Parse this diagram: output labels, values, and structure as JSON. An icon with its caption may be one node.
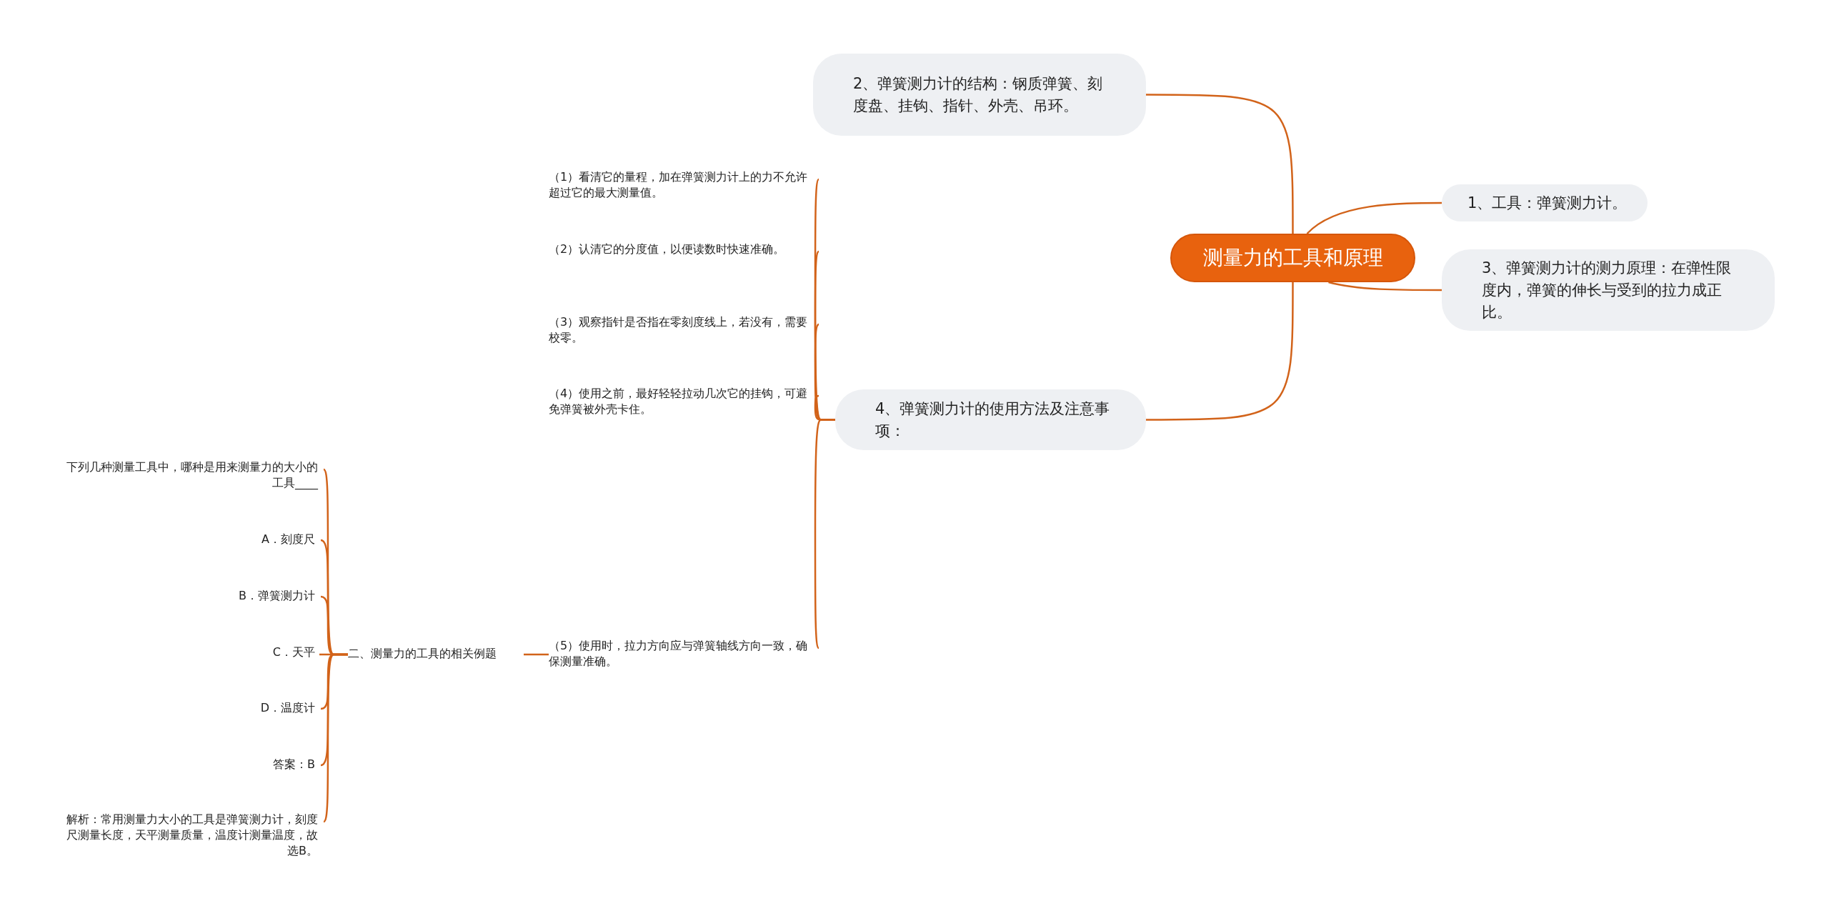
{
  "diagram": {
    "nodes": [
      {
        "text": [
          "测量力的工具和原理"
        ]
      },
      {
        "text": [
          "2、弹簧测力计的结构：钢质弹簧、刻度盘、挂钩、指针、外壳、吊环。"
        ]
      },
      {
        "text": [
          "1、工具：弹簧测力计。"
        ]
      },
      {
        "text": [
          "3、弹簧测力计的测力原理：在弹性限度内，弹簧的伸长与受到的拉力成正比。"
        ]
      },
      {
        "text": [
          "4、弹簧测力计的使用方法及注意事项："
        ]
      },
      {
        "text": [
          "（1）看清它的量程，加在弹簧测力计上的力不允许超过它的最大测量值。"
        ]
      },
      {
        "text": [
          "（2）认清它的分度值，以便读数时快速准确。"
        ]
      },
      {
        "text": [
          "（3）观察指针是否指在零刻度线上，若没有，需要校零。"
        ]
      },
      {
        "text": [
          "（4）使用之前，最好轻轻拉动几次它的挂钩，可避免弹簧被外壳卡住。"
        ]
      },
      {
        "text": [
          "（5）使用时，拉力方向应与弹簧轴线方向一致，确保测量准确。"
        ]
      },
      {
        "text": [
          "二、测量力的工具的相关例题"
        ]
      },
      {
        "text": [
          "下列几种测量工具中，哪种是用来测量力的大小的工具____"
        ]
      },
      {
        "text": [
          "A．刻度尺"
        ]
      },
      {
        "text": [
          "B．弹簧测力计"
        ]
      },
      {
        "text": [
          "C．天平"
        ]
      },
      {
        "text": [
          "D．温度计"
        ]
      },
      {
        "text": [
          "答案：B"
        ]
      },
      {
        "text": [
          "解析：常用测量力大小的工具是弹簧测力计，刻度尺测量长度，天平测量质量，温度计测量温度，故选B。"
        ]
      }
    ],
    "edges": [
      {
        "from": 0,
        "to": 1,
        "arrow": "none"
      },
      {
        "from": 0,
        "to": 2,
        "arrow": "none"
      },
      {
        "from": 0,
        "to": 3,
        "arrow": "none"
      },
      {
        "from": 0,
        "to": 4,
        "arrow": "none"
      },
      {
        "from": 4,
        "to": 5,
        "arrow": "none"
      },
      {
        "from": 4,
        "to": 6,
        "arrow": "none"
      },
      {
        "from": 4,
        "to": 7,
        "arrow": "none"
      },
      {
        "from": 4,
        "to": 8,
        "arrow": "none"
      },
      {
        "from": 4,
        "to": 9,
        "arrow": "none"
      },
      {
        "from": 9,
        "to": 10,
        "arrow": "none"
      },
      {
        "from": 10,
        "to": 11,
        "arrow": "none"
      },
      {
        "from": 10,
        "to": 12,
        "arrow": "none"
      },
      {
        "from": 10,
        "to": 13,
        "arrow": "none"
      },
      {
        "from": 10,
        "to": 14,
        "arrow": "none"
      },
      {
        "from": 10,
        "to": 15,
        "arrow": "none"
      },
      {
        "from": 10,
        "to": 16,
        "arrow": "none"
      },
      {
        "from": 10,
        "to": 17,
        "arrow": "none"
      }
    ]
  }
}
